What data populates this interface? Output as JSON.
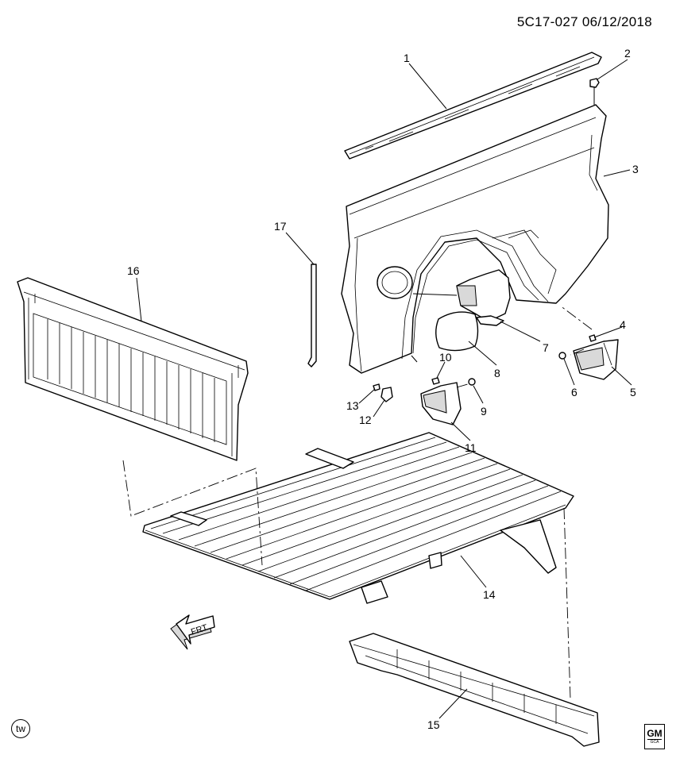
{
  "header": {
    "code": "5C17-027 06/12/2018"
  },
  "direction_arrow": {
    "label": "FRT"
  },
  "logo": {
    "brand": "GM",
    "sub": "GCA"
  },
  "corner_mark": "tw",
  "callouts": [
    {
      "n": "1"
    },
    {
      "n": "2"
    },
    {
      "n": "3"
    },
    {
      "n": "4"
    },
    {
      "n": "5"
    },
    {
      "n": "6"
    },
    {
      "n": "7"
    },
    {
      "n": "8"
    },
    {
      "n": "9"
    },
    {
      "n": "10"
    },
    {
      "n": "11"
    },
    {
      "n": "12"
    },
    {
      "n": "13"
    },
    {
      "n": "14"
    },
    {
      "n": "15"
    },
    {
      "n": "16"
    },
    {
      "n": "17"
    }
  ]
}
